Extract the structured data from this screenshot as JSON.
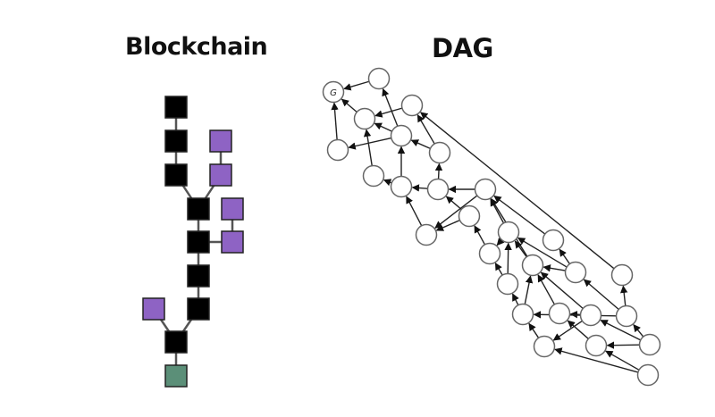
{
  "titles": {
    "blockchain": "Blockchain",
    "dag": "DAG"
  },
  "colors": {
    "main_block": "#000000",
    "orphan_block": "#8e63c4",
    "newest_block": "#5b8f78",
    "edge": "#555555",
    "dag_node_fill": "#ffffff",
    "dag_node_stroke": "#666666",
    "dag_edge": "#222222"
  },
  "blockchain": {
    "blocks": [
      {
        "id": "b1",
        "type": "main"
      },
      {
        "id": "b2",
        "type": "main"
      },
      {
        "id": "b3",
        "type": "main"
      },
      {
        "id": "p1",
        "type": "orphan"
      },
      {
        "id": "p2",
        "type": "orphan"
      },
      {
        "id": "b4",
        "type": "main"
      },
      {
        "id": "p3",
        "type": "orphan"
      },
      {
        "id": "b5",
        "type": "main"
      },
      {
        "id": "p4",
        "type": "orphan"
      },
      {
        "id": "b6",
        "type": "main"
      },
      {
        "id": "b7",
        "type": "main"
      },
      {
        "id": "p5",
        "type": "orphan"
      },
      {
        "id": "b8",
        "type": "main"
      },
      {
        "id": "g1",
        "type": "newest"
      }
    ],
    "links": [
      [
        "b1",
        "b2"
      ],
      [
        "b2",
        "b3"
      ],
      [
        "b3",
        "b4"
      ],
      [
        "p1",
        "p2"
      ],
      [
        "p2",
        "b4"
      ],
      [
        "b4",
        "b5"
      ],
      [
        "p3",
        "p4"
      ],
      [
        "b5",
        "p4"
      ],
      [
        "b5",
        "b6"
      ],
      [
        "b6",
        "b7"
      ],
      [
        "b7",
        "b8"
      ],
      [
        "p5",
        "b8"
      ],
      [
        "b8",
        "g1"
      ]
    ]
  },
  "dag": {
    "genesis_label": "G",
    "nodes": [
      "G",
      "n1",
      "n2",
      "n3",
      "n4",
      "n5",
      "n6",
      "n7",
      "n8",
      "n9",
      "n10",
      "n11",
      "n12",
      "n13",
      "n14",
      "n15",
      "n16",
      "n17",
      "n18",
      "n19",
      "n20",
      "n21",
      "n22",
      "n23",
      "n24",
      "n25",
      "n26",
      "n27"
    ],
    "edges": [
      [
        "n1",
        "G"
      ],
      [
        "n2",
        "G"
      ],
      [
        "n5",
        "G"
      ],
      [
        "n4",
        "n1"
      ],
      [
        "n4",
        "n2"
      ],
      [
        "n3",
        "n2"
      ],
      [
        "n4",
        "n5"
      ],
      [
        "n7",
        "n3"
      ],
      [
        "n19",
        "n3"
      ],
      [
        "n6",
        "n2"
      ],
      [
        "n8",
        "n4"
      ],
      [
        "n7",
        "n4"
      ],
      [
        "n9",
        "n7"
      ],
      [
        "n9",
        "n8"
      ],
      [
        "n8",
        "n6"
      ],
      [
        "n10",
        "n9"
      ],
      [
        "n11",
        "n9"
      ],
      [
        "n12",
        "n8"
      ],
      [
        "n11",
        "n12"
      ],
      [
        "n10",
        "n12"
      ],
      [
        "n13",
        "n10"
      ],
      [
        "n14",
        "n11"
      ],
      [
        "n15",
        "n10"
      ],
      [
        "n16",
        "n10"
      ],
      [
        "n13",
        "n14"
      ],
      [
        "n17",
        "n13"
      ],
      [
        "n16",
        "n13"
      ],
      [
        "n18",
        "n13"
      ],
      [
        "n17",
        "n14"
      ],
      [
        "n18",
        "n15"
      ],
      [
        "n18",
        "n16"
      ],
      [
        "n23",
        "n19"
      ],
      [
        "n20",
        "n17"
      ],
      [
        "n20",
        "n16"
      ],
      [
        "n21",
        "n16"
      ],
      [
        "n22",
        "n21"
      ],
      [
        "n22",
        "n16"
      ],
      [
        "n24",
        "n20"
      ],
      [
        "n23",
        "n18"
      ],
      [
        "n23",
        "n20"
      ],
      [
        "n22",
        "n24"
      ],
      [
        "n26",
        "n22"
      ],
      [
        "n26",
        "n23"
      ],
      [
        "n25",
        "n21"
      ],
      [
        "n26",
        "n25"
      ],
      [
        "n27",
        "n25"
      ],
      [
        "n27",
        "n24"
      ]
    ]
  }
}
